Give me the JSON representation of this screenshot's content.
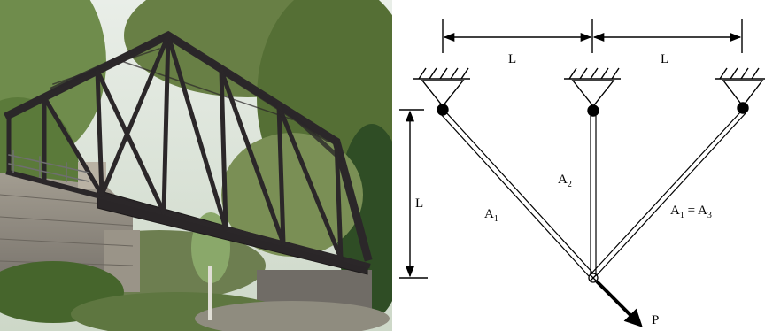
{
  "photo": {
    "subject": "truss-bridge-photo",
    "colors": {
      "sky": "#dfe6df",
      "foliage": "#5f7a3e",
      "steel": "#2e2a2c",
      "stone": "#8f8a80"
    }
  },
  "diagram": {
    "top_dim_left": "L",
    "top_dim_right": "L",
    "side_dim": "L",
    "bar_left": {
      "base": "A",
      "subscript": "1"
    },
    "bar_middle": {
      "base": "A",
      "subscript": "2"
    },
    "bar_right_eq": {
      "lhs_base": "A",
      "lhs_sub": "1",
      "eq": " = ",
      "rhs_base": "A",
      "rhs_sub": "3"
    },
    "load": "P"
  }
}
